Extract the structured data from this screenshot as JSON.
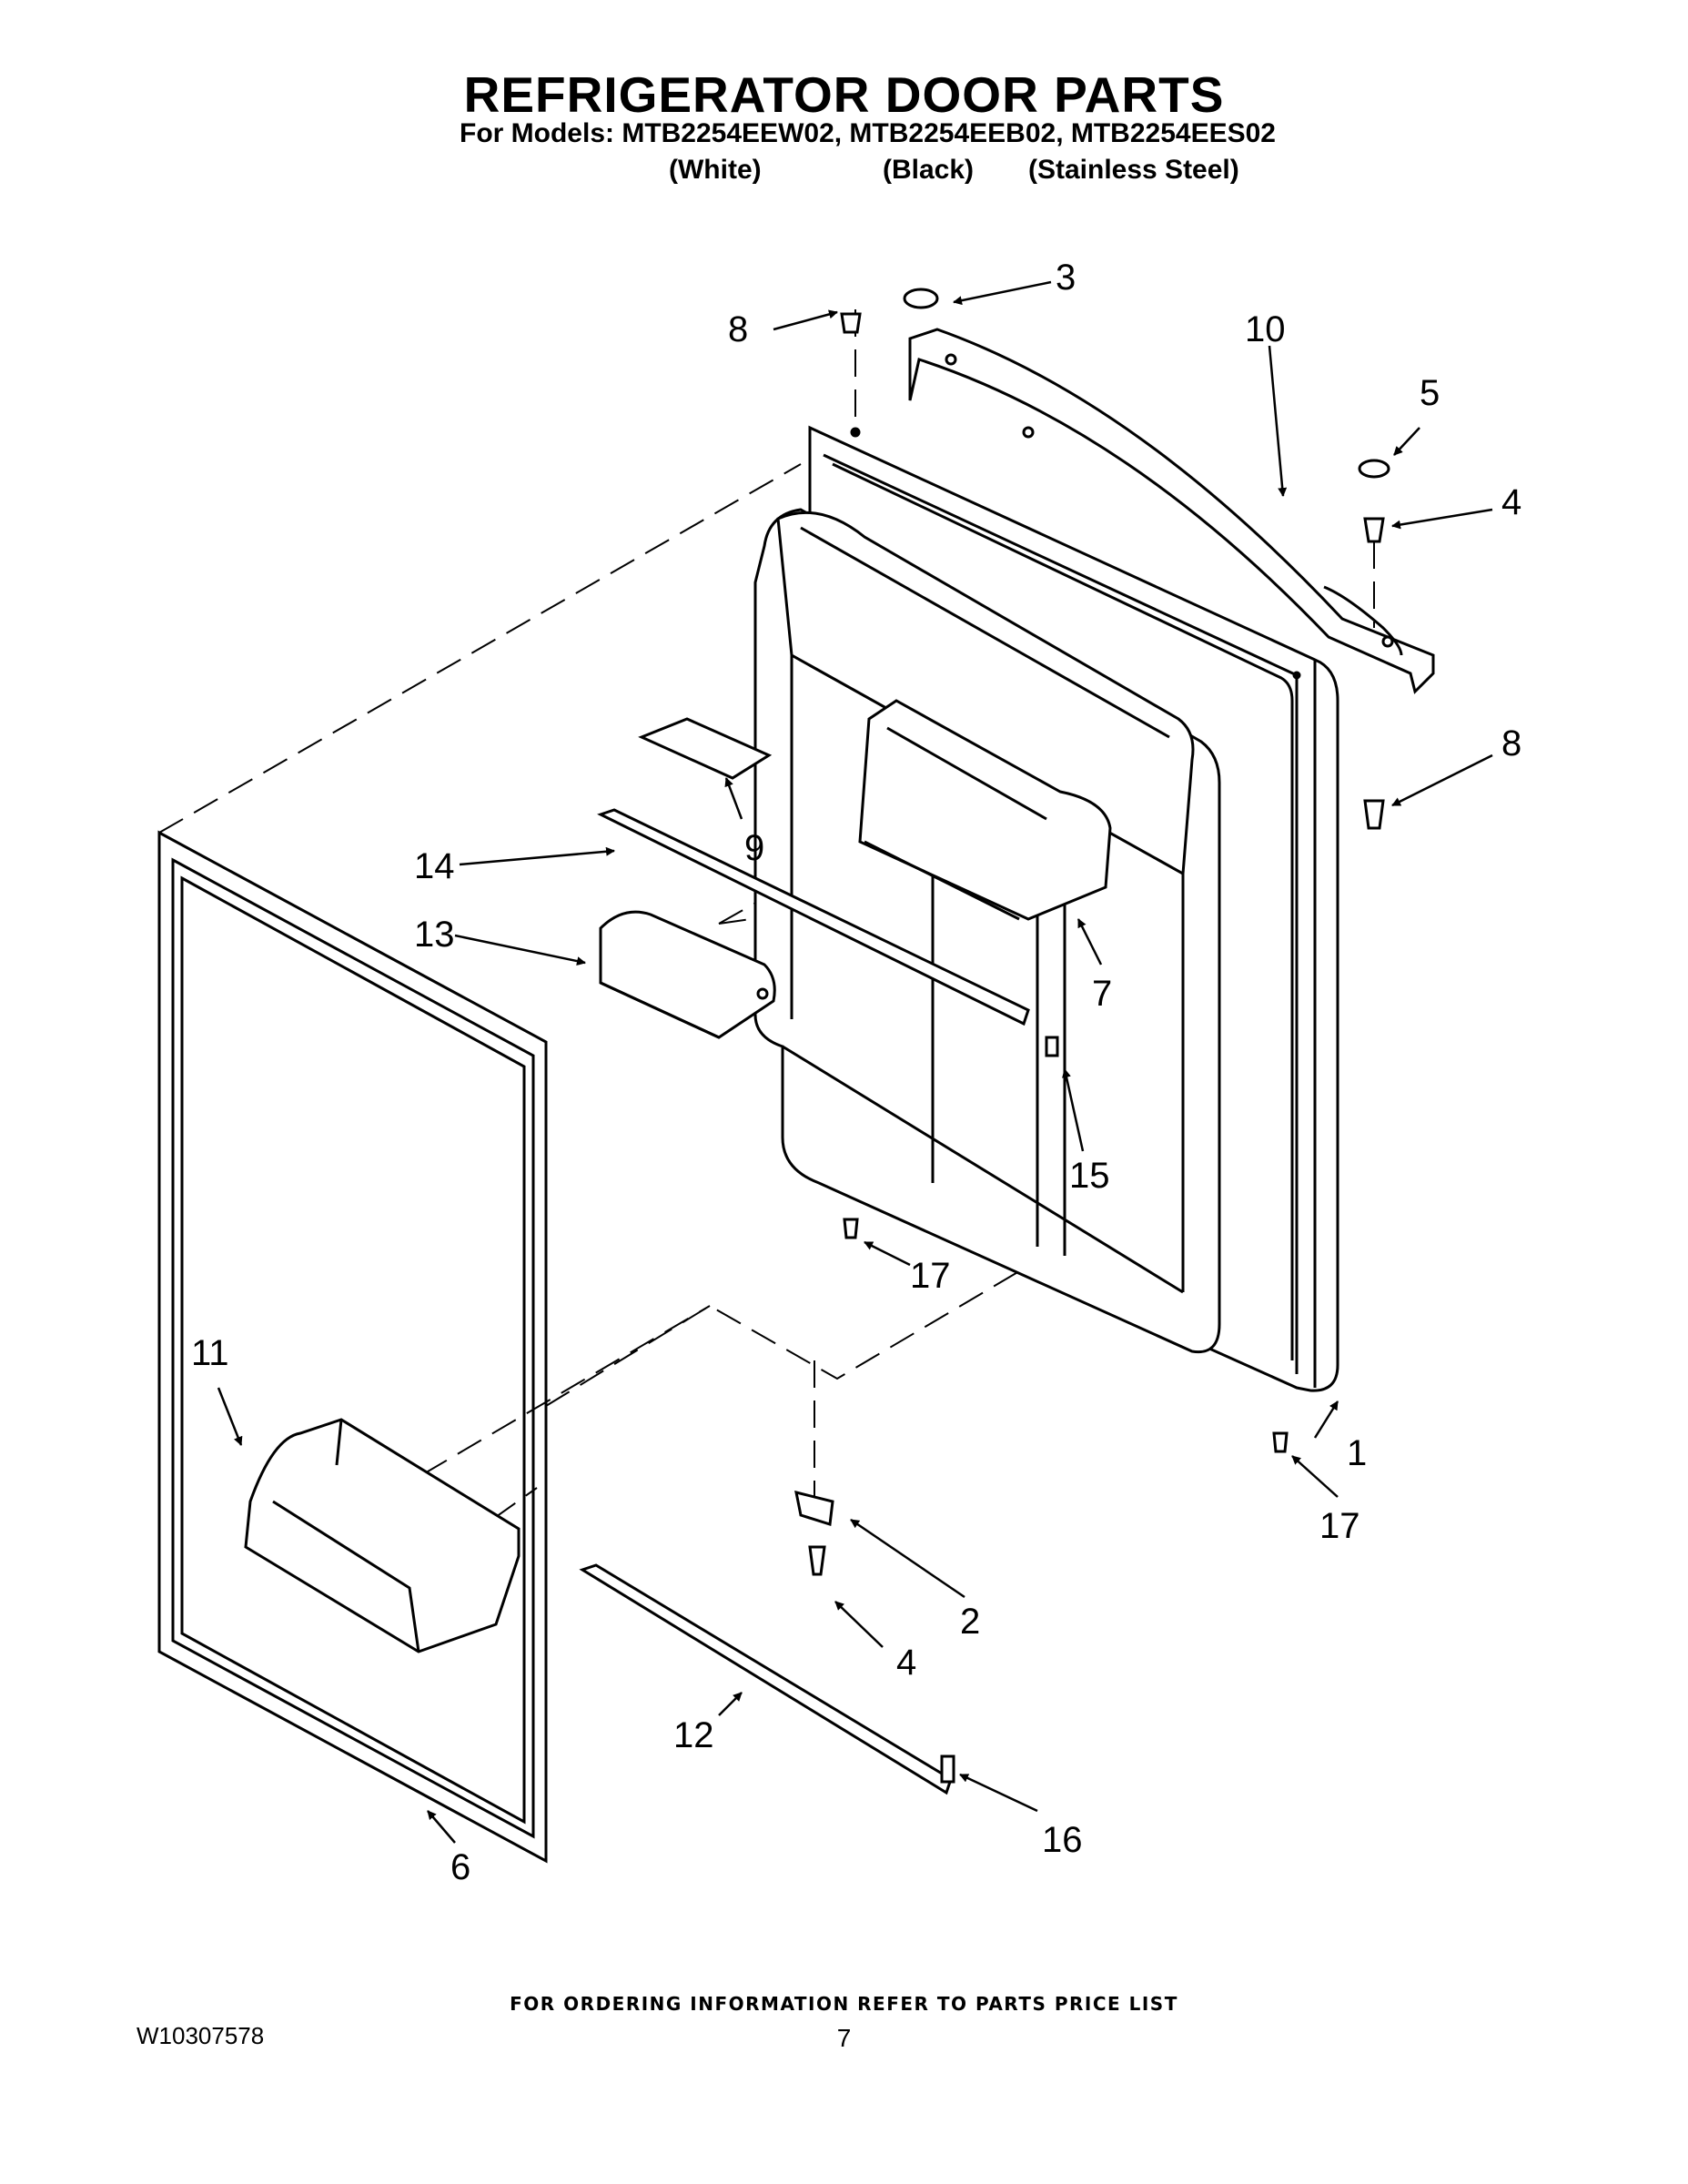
{
  "header": {
    "title": "REFRIGERATOR DOOR PARTS",
    "models_line": "For Models: MTB2254EEW02, MTB2254EEB02, MTB2254EES02",
    "variants": [
      "(White)",
      "(Black)",
      "(Stainless Steel)"
    ]
  },
  "callouts": [
    "1",
    "2",
    "3",
    "4",
    "4",
    "5",
    "6",
    "7",
    "8",
    "8",
    "9",
    "10",
    "11",
    "12",
    "13",
    "14",
    "15",
    "16",
    "17",
    "17"
  ],
  "footer": {
    "ordering_note": "FOR ORDERING INFORMATION REFER TO PARTS PRICE LIST",
    "document_number": "W10307578",
    "page_number": "7"
  }
}
